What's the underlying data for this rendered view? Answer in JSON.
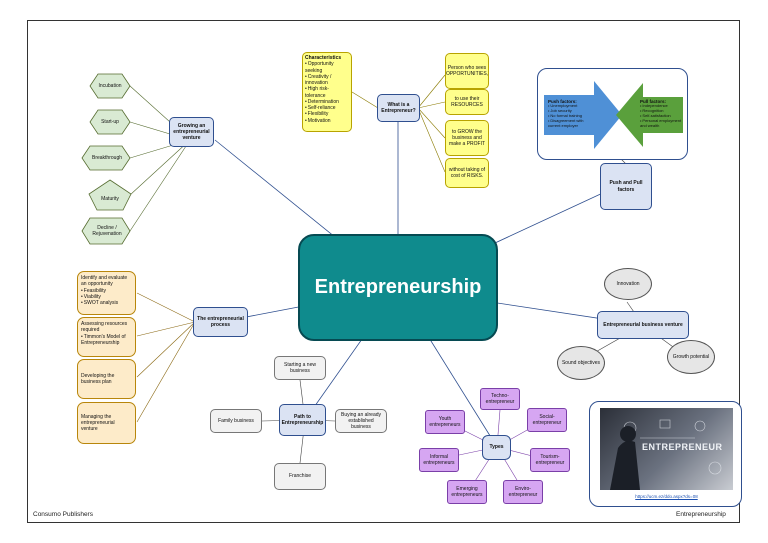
{
  "center": {
    "label": "Entrepreneurship"
  },
  "growing": {
    "label": "Growing an entrepreneurial venture",
    "stages": [
      "Incubation",
      "Start-up",
      "Breakthrough",
      "Maturity",
      "Decline / Rejuvenation"
    ]
  },
  "what_is": {
    "label": "What is a Entrepreneur?",
    "characteristics_title": "Characteristics",
    "characteristics": [
      "Opportunity seeking",
      "Creativity / innovation",
      "High risk-tolerance",
      "Determination",
      "Self-reliance",
      "Flexibility",
      "Motivation"
    ],
    "definition": [
      "Person who sees OPPORTUNITIES,",
      "to use their RESOURCES",
      "to GROW the business and make a PROFIT",
      "without taking of cost of RISKS."
    ]
  },
  "push_pull": {
    "label": "Push and Pull factors",
    "push_title": "Push factors:",
    "push_items": [
      "Unemployment",
      "Job security",
      "No formal training",
      "Disagreement with current employer"
    ],
    "pull_title": "Pull factors:",
    "pull_items": [
      "Independence",
      "Recognition",
      "Self-satisfaction",
      "Personal employment and wealth"
    ],
    "colors": {
      "push": "#4f90d6",
      "pull": "#5aa03c"
    }
  },
  "process": {
    "label": "The entrepreneurial process",
    "step1_title": "Identify and evaluate an opportunity",
    "step1_items": [
      "Feasibility",
      "Viability",
      "SWOT analysis"
    ],
    "step2_title": "Assessing resources required",
    "step2_items": [
      "Timmon's Model of Entrepreneurship"
    ],
    "step3": "Developing the business plan",
    "step4": "Managing the entrepreneurial venture"
  },
  "path": {
    "label": "Path to Entrepreneurship",
    "options": [
      "Starting a new business",
      "Family business",
      "Buying an already established business",
      "Franchise"
    ]
  },
  "types": {
    "label": "Types",
    "items": [
      "Youth entrepreneurs",
      "Techno-entrepreneur",
      "Social-entrepreneur",
      "Tourism-entrepreneur",
      "Enviro-entrepreneur",
      "Emerging entrepreneurs",
      "Informal entrepreneurs"
    ]
  },
  "venture": {
    "label": "Entrepreneurial business venture",
    "items": [
      "Innovation",
      "Growth potential",
      "Sound objectives"
    ]
  },
  "image": {
    "word": "ENTREPRENEUR",
    "link": "https://ucm.ez/ddo.aspx?ds=08"
  },
  "footer": {
    "left": "Consumo Publishers",
    "right": "Entrepreneurship"
  },
  "colors": {
    "center": "#0f8b8d",
    "hex": "#d9ead3",
    "purple": "#d6a6f2",
    "yellow": "#ffff8c"
  }
}
